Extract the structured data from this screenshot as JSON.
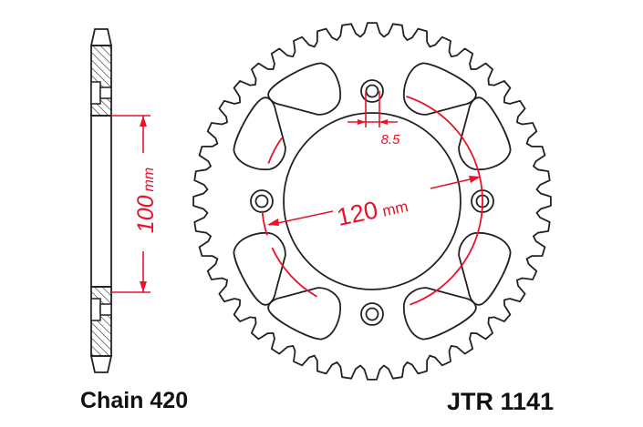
{
  "diagram": {
    "chain_label": "Chain 420",
    "part_number": "JTR 1141",
    "hub_bore_dimension": {
      "value": "100",
      "unit": "mm"
    },
    "bolt_circle_dimension": {
      "value": "120",
      "unit": "mm"
    },
    "bolt_hole_dimension": "8.5",
    "colors": {
      "outline": "#222222",
      "dimension": "#e8132a"
    }
  }
}
